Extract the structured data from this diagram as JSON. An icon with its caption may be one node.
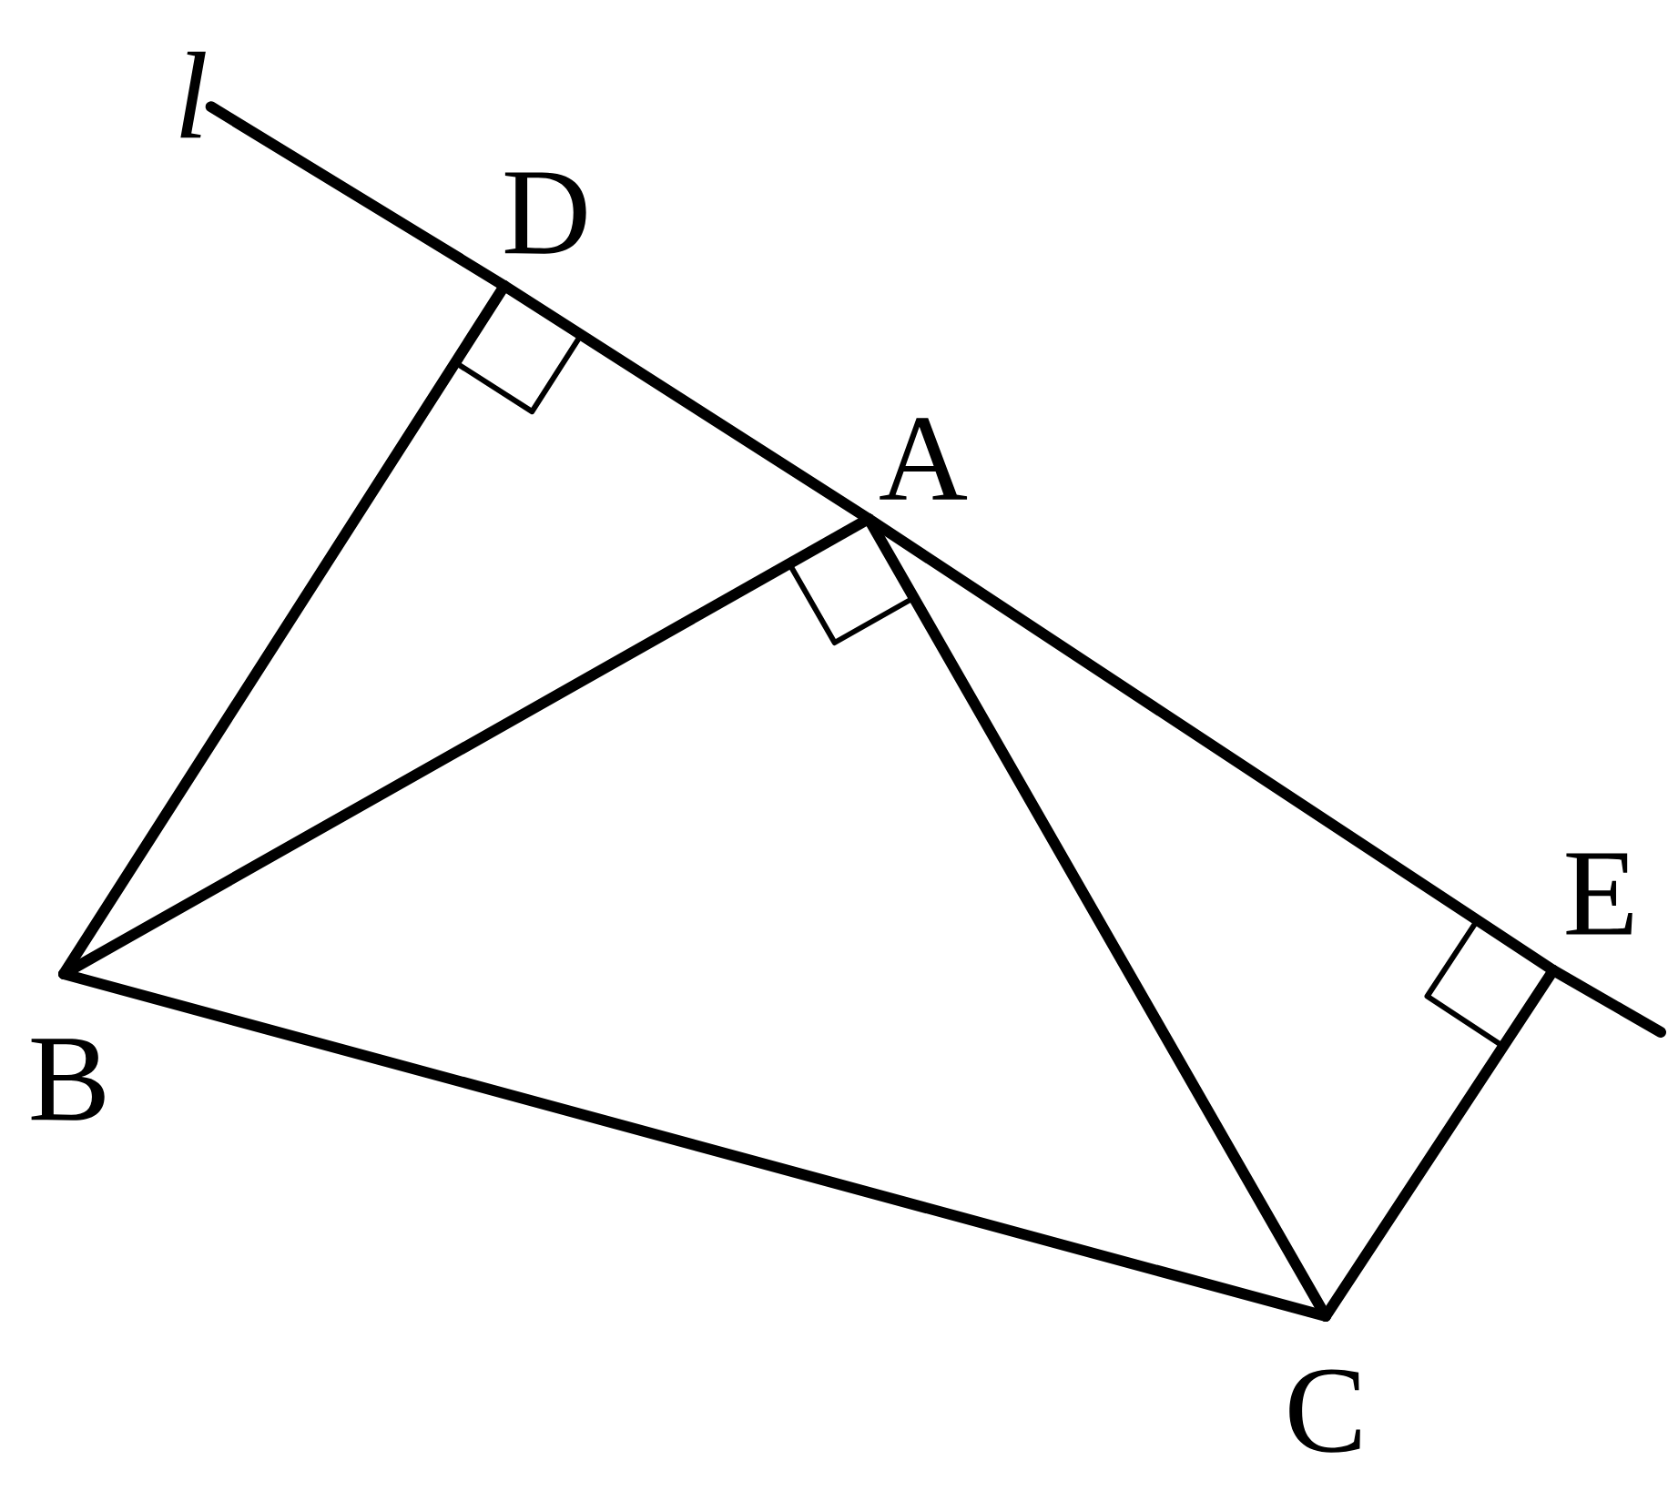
{
  "diagram": {
    "nodes": [
      {
        "text": [
          "l"
        ]
      },
      {
        "text": [
          "D"
        ]
      },
      {
        "text": [
          "A"
        ]
      },
      {
        "text": [
          "E"
        ]
      },
      {
        "text": [
          "B"
        ]
      },
      {
        "text": [
          "C"
        ]
      }
    ],
    "edges": [
      {
        "from": 0,
        "to": 1,
        "arrow": "none"
      },
      {
        "from": 1,
        "to": 2,
        "arrow": "none"
      },
      {
        "from": 2,
        "to": 3,
        "arrow": "none"
      },
      {
        "from": 3,
        "to": null,
        "arrow": "none"
      },
      {
        "from": 1,
        "to": 4,
        "arrow": "none"
      },
      {
        "from": 4,
        "to": 2,
        "arrow": "none"
      },
      {
        "from": 2,
        "to": 5,
        "arrow": "none"
      },
      {
        "from": 4,
        "to": 5,
        "arrow": "none"
      },
      {
        "from": 5,
        "to": 3,
        "arrow": "none"
      }
    ]
  }
}
